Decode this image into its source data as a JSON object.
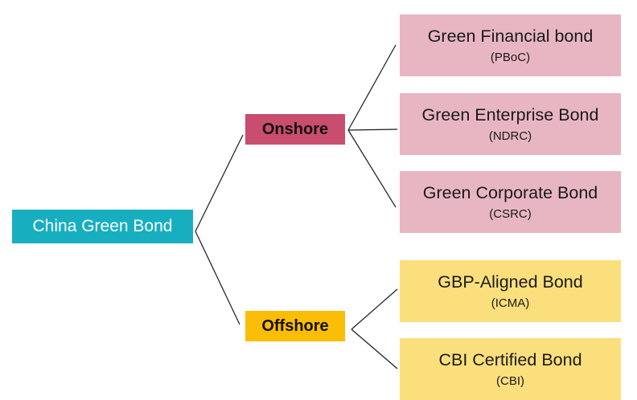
{
  "colors": {
    "root": "#17afc0",
    "onshore": "#c94d6e",
    "offshore": "#fbbd05",
    "onshore_leaf": "#e8b6c3",
    "offshore_leaf": "#fbdf7d",
    "connector": "#1a1a1a"
  },
  "root": {
    "label": "China Green Bond"
  },
  "branches": [
    {
      "label": "Onshore",
      "children": [
        {
          "title": "Green Financial bond",
          "regulator": "(PBoC)"
        },
        {
          "title": "Green Enterprise Bond",
          "regulator": "(NDRC)"
        },
        {
          "title": "Green Corporate Bond",
          "regulator": "(CSRC)"
        }
      ]
    },
    {
      "label": "Offshore",
      "children": [
        {
          "title": "GBP-Aligned Bond",
          "regulator": "(ICMA)"
        },
        {
          "title": "CBI Certified Bond",
          "regulator": "(CBI)"
        }
      ]
    }
  ]
}
